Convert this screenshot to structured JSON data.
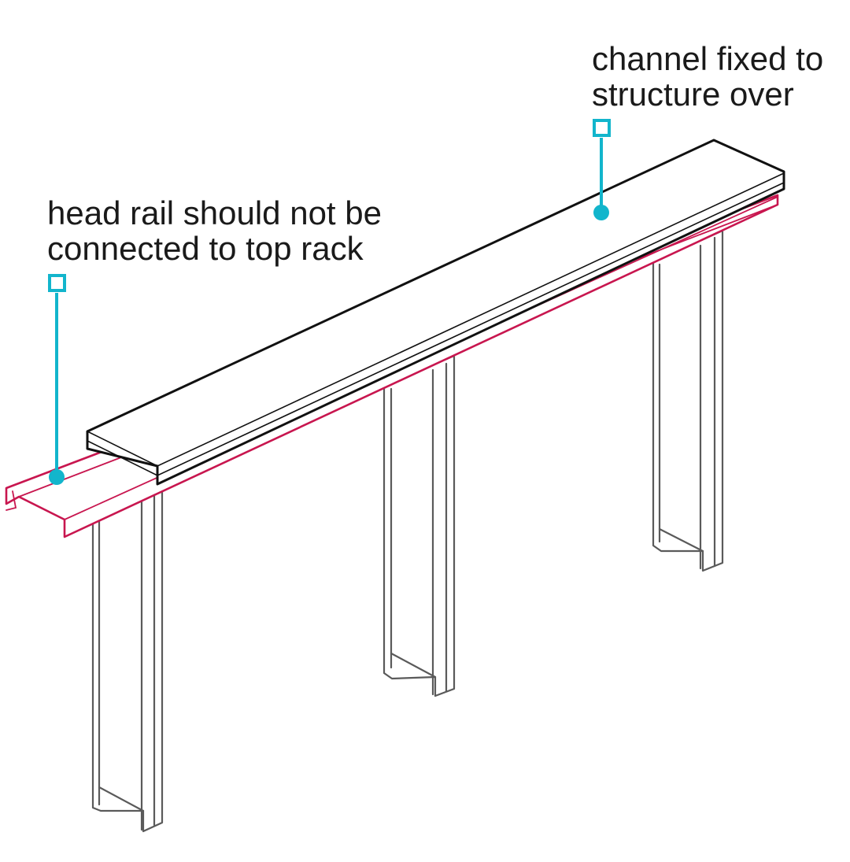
{
  "callouts": {
    "channel": {
      "line1": "channel fixed to",
      "line2": "structure over"
    },
    "head_rail": {
      "line1": "head rail should not be",
      "line2": "connected to top rack"
    }
  },
  "colors": {
    "channel_outline": "#111111",
    "head_rail_outline": "#c8164f",
    "leader": "#12b5cc",
    "stud_outline": "#5a5a5a",
    "text": "#1a1a1a"
  }
}
